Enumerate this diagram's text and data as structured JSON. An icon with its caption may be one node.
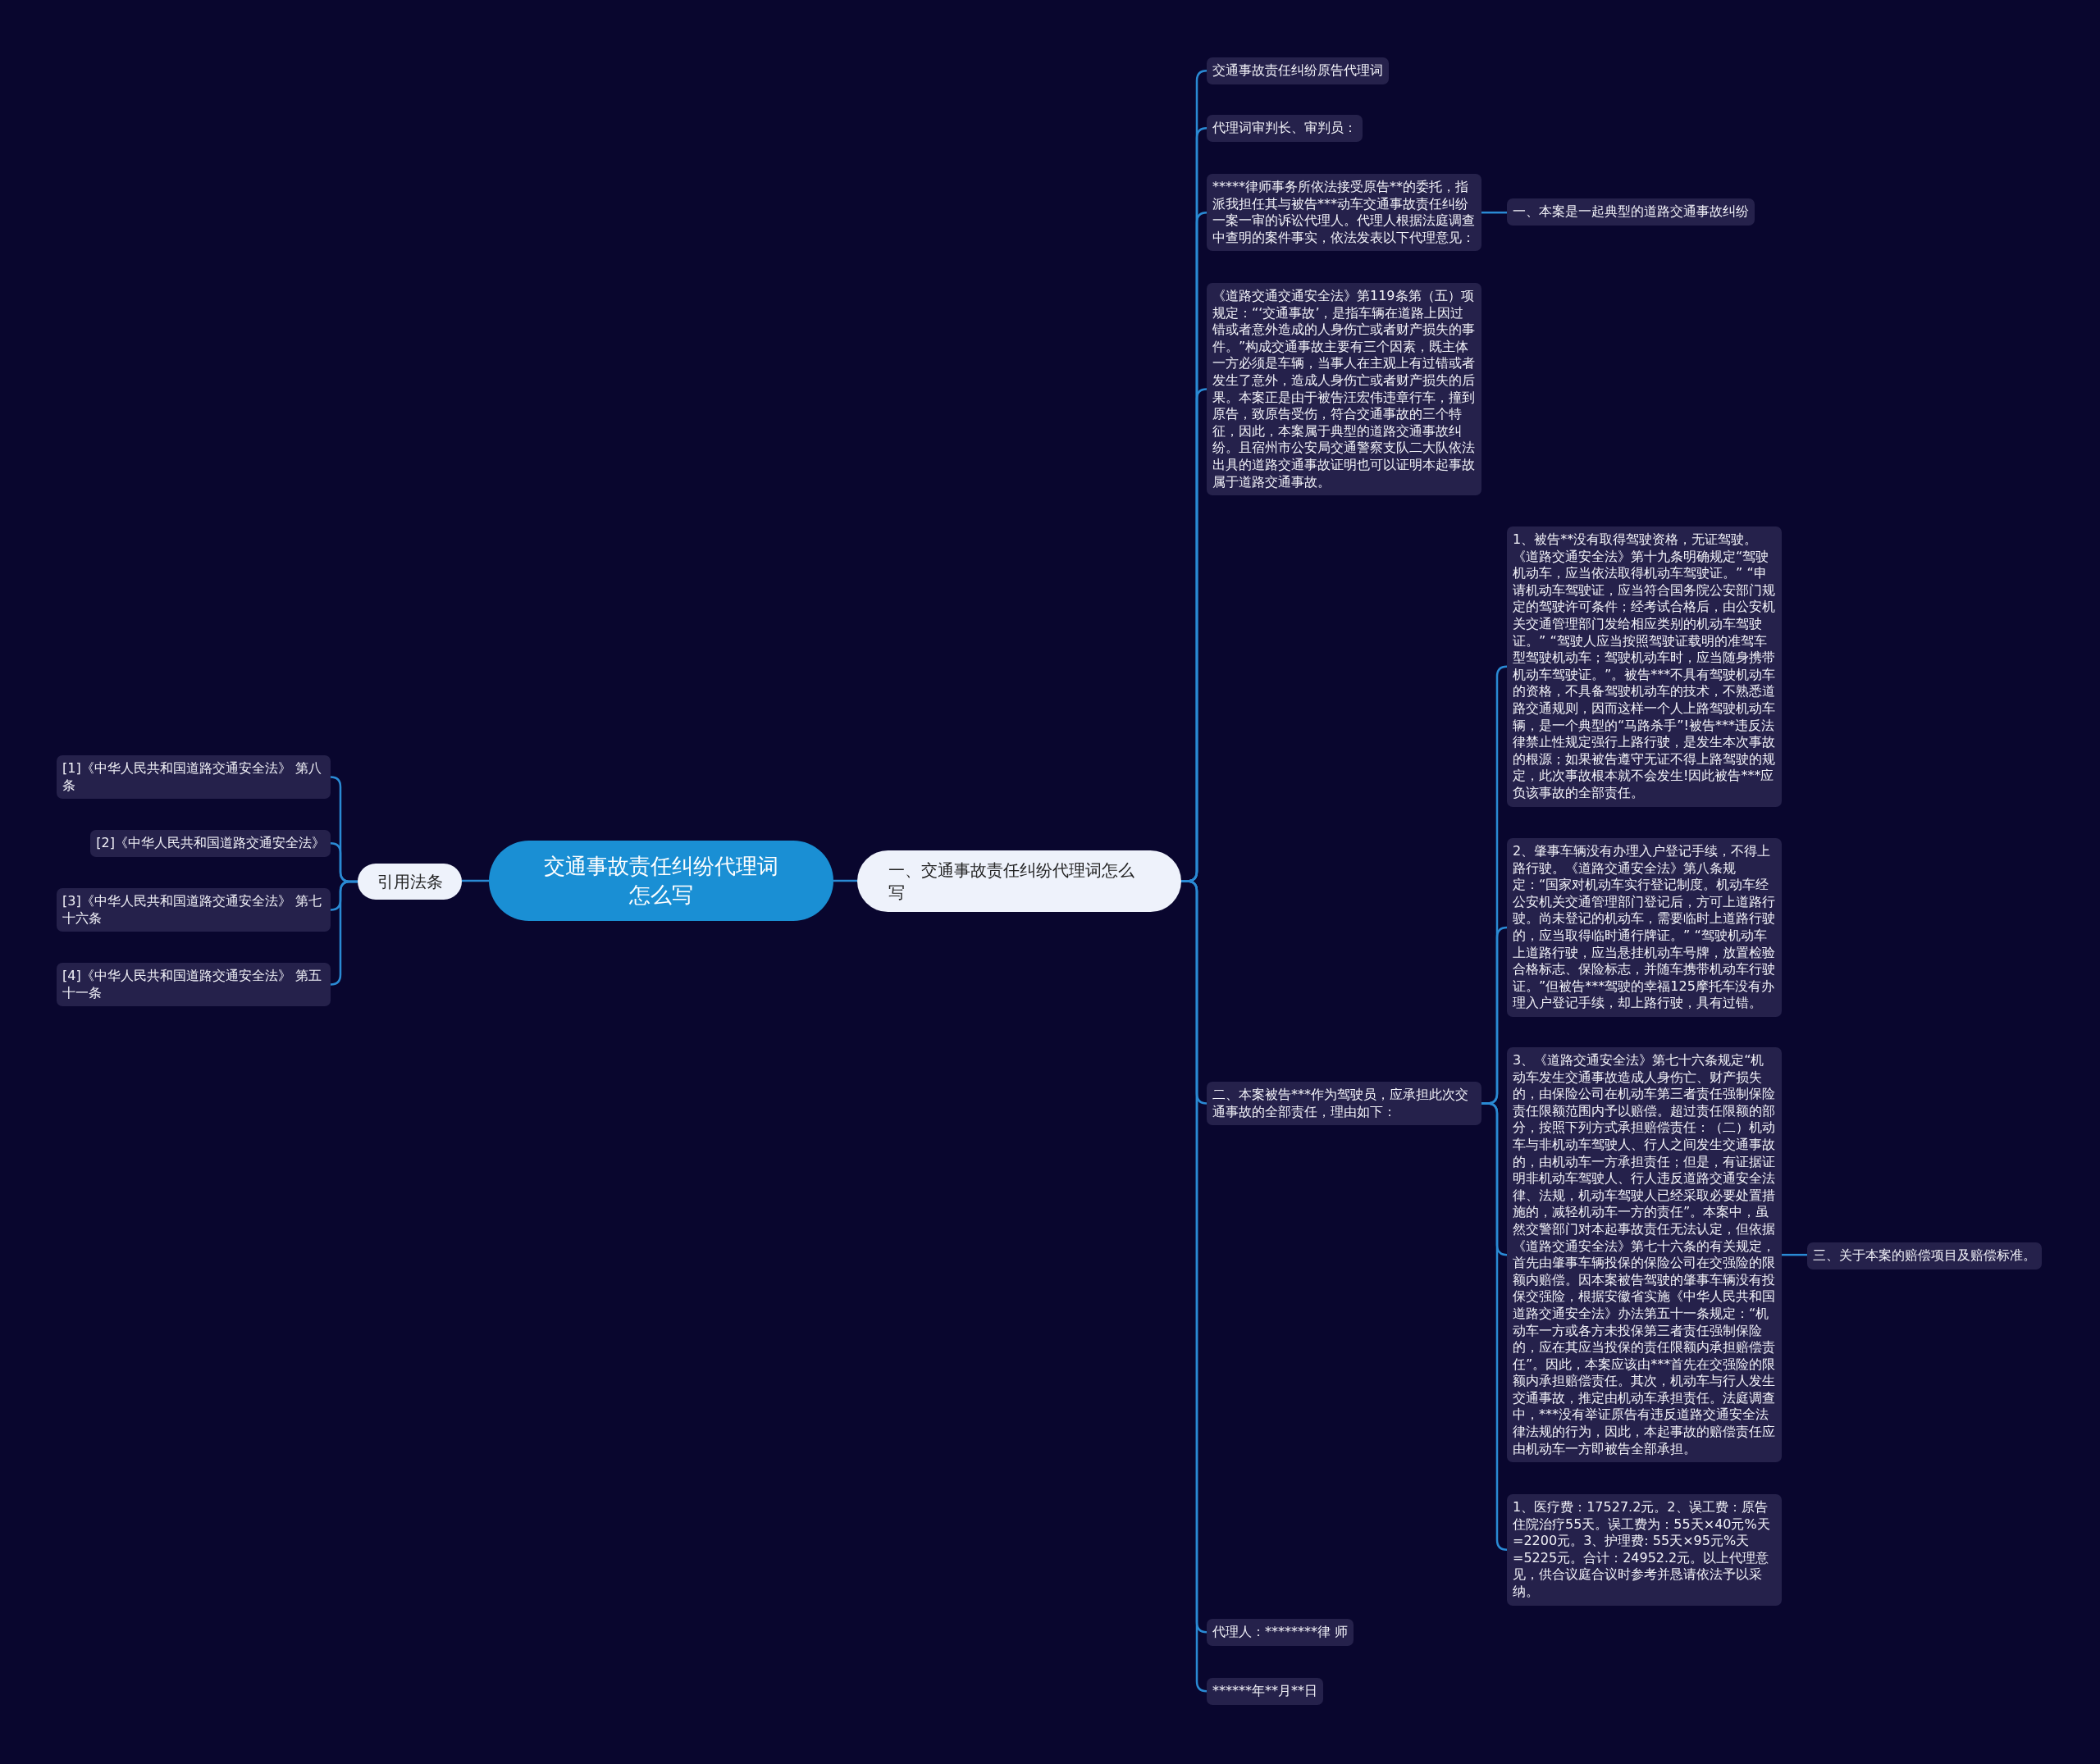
{
  "diagram": {
    "nodes": [
      {
        "text": [
          "交通事故责任纠纷代理词怎么写"
        ]
      },
      {
        "text": [
          "引用法条"
        ]
      },
      {
        "text": [
          "[1]《中华人民共和国道路交通安全法》 第八条"
        ]
      },
      {
        "text": [
          "[2]《中华人民共和国道路交通安全法》"
        ]
      },
      {
        "text": [
          "[3]《中华人民共和国道路交通安全法》 第七十六条"
        ]
      },
      {
        "text": [
          "[4]《中华人民共和国道路交通安全法》 第五十一条"
        ]
      },
      {
        "text": [
          "一、交通事故责任纠纷代理词怎么写"
        ]
      },
      {
        "text": [
          "交通事故责任纠纷原告代理词"
        ]
      },
      {
        "text": [
          "代理词审判长、审判员："
        ]
      },
      {
        "text": [
          "*****律师事务所依法接受原告**的委托，指派我担任其与被告***动车交通事故责任纠纷一案一审的诉讼代理人。代理人根据法庭调查中查明的案件事实，依法发表以下代理意见："
        ]
      },
      {
        "text": [
          "一、本案是一起典型的道路交通事故纠纷"
        ]
      },
      {
        "text": [
          "《道路交通交通安全法》第119条第（五）项规定：“‘交通事故’，是指车辆在道路上因过错或者意外造成的人身伤亡或者财产损失的事件。”构成交通事故主要有三个因素，既主体一方必须是车辆，当事人在主观上有过错或者发生了意外，造成人身伤亡或者财产损失的后果。本案正是由于被告汪宏伟违章行车，撞到原告，致原告受伤，符合交通事故的三个特征，因此，本案属于典型的道路交通事故纠纷。且宿州市公安局交通警察支队二大队依法出具的道路交通事故证明也可以证明本起事故属于道路交通事故。"
        ]
      },
      {
        "text": [
          "二、本案被告***作为驾驶员，应承担此次交通事故的全部责任，理由如下："
        ]
      },
      {
        "text": [
          "1、被告**没有取得驾驶资格，无证驾驶。《道路交通安全法》第十九条明确规定“驾驶机动车，应当依法取得机动车驾驶证。” “申请机动车驾驶证，应当符合国务院公安部门规定的驾驶许可条件；经考试合格后，由公安机关交通管理部门发给相应类别的机动车驾驶证。” “驾驶人应当按照驾驶证载明的准驾车型驾驶机动车；驾驶机动车时，应当随身携带机动车驾驶证。”。被告***不具有驾驶机动车的资格，不具备驾驶机动车的技术，不熟悉道路交通规则，因而这样一个人上路驾驶机动车辆，是一个典型的“马路杀手”!被告***违反法律禁止性规定强行上路行驶，是发生本次事故的根源；如果被告遵守无证不得上路驾驶的规定，此次事故根本就不会发生!因此被告***应负该事故的全部责任。"
        ]
      },
      {
        "text": [
          "2、肇事车辆没有办理入户登记手续，不得上路行驶。《道路交通安全法》第八条规定：“国家对机动车实行登记制度。机动车经公安机关交通管理部门登记后，方可上道路行驶。尚未登记的机动车，需要临时上道路行驶的，应当取得临时通行牌证。” “驾驶机动车上道路行驶，应当悬挂机动车号牌，放置检验合格标志、保险标志，并随车携带机动车行驶证。”但被告***驾驶的幸福125摩托车没有办理入户登记手续，却上路行驶，具有过错。"
        ]
      },
      {
        "text": [
          "3、《道路交通安全法》第七十六条规定“机动车发生交通事故造成人身伤亡、财产损失的，由保险公司在机动车第三者责任强制保险责任限额范围内予以赔偿。超过责任限额的部分，按照下列方式承担赔偿责任：（二）机动车与非机动车驾驶人、行人之间发生交通事故的，由机动车一方承担责任；但是，有证据证明非机动车驾驶人、行人违反道路交通安全法律、法规，机动车驾驶人已经采取必要处置措施的，减轻机动车一方的责任”。本案中，虽然交警部门对本起事故责任无法认定，但依据《道路交通安全法》第七十六条的有关规定，首先由肇事车辆投保的保险公司在交强险的限额内赔偿。因本案被告驾驶的肇事车辆没有投保交强险，根据安徽省实施《中华人民共和国道路交通安全法》办法第五十一条规定：“机动车一方或各方未投保第三者责任强制保险的，应在其应当投保的责任限额内承担赔偿责任”。因此，本案应该由***首先在交强险的限额内承担赔偿责任。其次，机动车与行人发生交通事故，推定由机动车承担责任。法庭调查中，***没有举证原告有违反道路交通安全法律法规的行为，因此，本起事故的赔偿责任应由机动车一方即被告全部承担。"
        ]
      },
      {
        "text": [
          "三、关于本案的赔偿项目及赔偿标准。"
        ]
      },
      {
        "text": [
          "1、医疗费：17527.2元。2、误工费：原告住院治疗55天。误工费为：55天×40元%天=2200元。3、护理费: 55天×95元%天=5225元。合计：24952.2元。以上代理意见，供合议庭合议时参考并恳请依法予以采纳。"
        ]
      },
      {
        "text": [
          "代理人：********律 师"
        ]
      },
      {
        "text": [
          "******年**月**日"
        ]
      }
    ],
    "edges": [
      {
        "from": 0,
        "to": 1,
        "arrow": "none"
      },
      {
        "from": 1,
        "to": 2,
        "arrow": "none"
      },
      {
        "from": 1,
        "to": 3,
        "arrow": "none"
      },
      {
        "from": 1,
        "to": 4,
        "arrow": "none"
      },
      {
        "from": 1,
        "to": 5,
        "arrow": "none"
      },
      {
        "from": 0,
        "to": 6,
        "arrow": "none"
      },
      {
        "from": 6,
        "to": 7,
        "arrow": "none"
      },
      {
        "from": 6,
        "to": 8,
        "arrow": "none"
      },
      {
        "from": 6,
        "to": 9,
        "arrow": "none"
      },
      {
        "from": 9,
        "to": 10,
        "arrow": "none"
      },
      {
        "from": 6,
        "to": 11,
        "arrow": "none"
      },
      {
        "from": 6,
        "to": 12,
        "arrow": "none"
      },
      {
        "from": 12,
        "to": 13,
        "arrow": "none"
      },
      {
        "from": 12,
        "to": 14,
        "arrow": "none"
      },
      {
        "from": 12,
        "to": 15,
        "arrow": "none"
      },
      {
        "from": 15,
        "to": 16,
        "arrow": "none"
      },
      {
        "from": 12,
        "to": 17,
        "arrow": "none"
      },
      {
        "from": 6,
        "to": 18,
        "arrow": "none"
      },
      {
        "from": 6,
        "to": 19,
        "arrow": "none"
      }
    ]
  }
}
